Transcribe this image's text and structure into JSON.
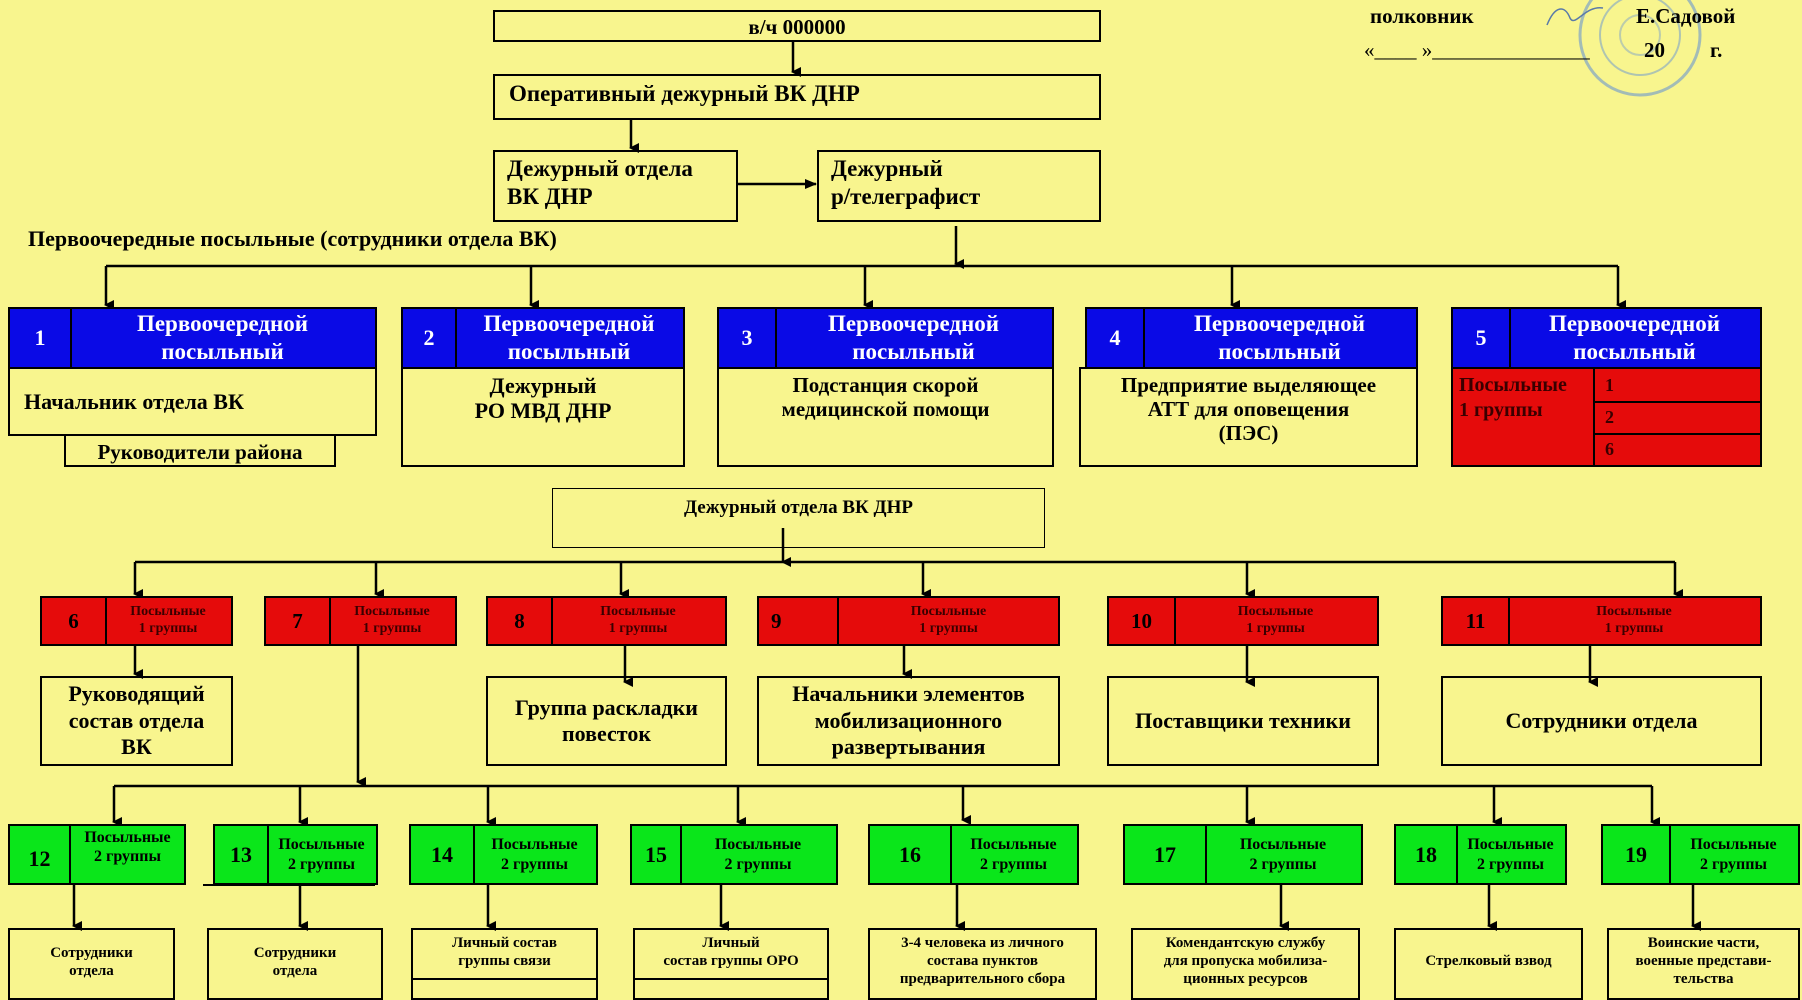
{
  "header": {
    "unit": "в/ч 000000",
    "rank": "полковник",
    "name": "Е.Садовой",
    "date_line_left": "«____ »_______________",
    "date_year": "20",
    "date_suffix": "г."
  },
  "top": {
    "duty_officer": "Оперативный дежурный  ВК ДНР",
    "dept_duty_line1": "Дежурный отдела",
    "dept_duty_line2": "ВК ДНР",
    "telegraph_line1": "Дежурный",
    "telegraph_line2": "р/телеграфист",
    "priority_caption": "Первоочередные посыльные  (сотрудники отдела ВК)"
  },
  "priority": [
    {
      "num": "1",
      "head_line1": "Первоочередной",
      "head_line2": "посыльный",
      "body": "Начальник отдела ВК",
      "extra": "Руководители района"
    },
    {
      "num": "2",
      "head_line1": "Первоочередной",
      "head_line2": "посыльный",
      "body_line1": "Дежурный",
      "body_line2": "РО МВД ДНР"
    },
    {
      "num": "3",
      "head_line1": "Первоочередной",
      "head_line2": "посыльный",
      "body_line1": "Подстанция скорой",
      "body_line2": "медицинской помощи"
    },
    {
      "num": "4",
      "head_line1": "Первоочередной",
      "head_line2": "посыльный",
      "body_line1": "Предприятие выделяющее",
      "body_line2": "АТТ для оповещения",
      "body_line3": "(ПЭС)"
    },
    {
      "num": "5",
      "head_line1": "Первоочередной",
      "head_line2": "посыльный",
      "body_line1": "Посыльные",
      "body_line2": "1 группы",
      "sub1": "1",
      "sub2": "2",
      "sub3": "6"
    }
  ],
  "middle": {
    "dept_duty": "Дежурный отдела ВК ДНР"
  },
  "group1": [
    {
      "num": "6",
      "line1": "Посыльные",
      "line2": "1 группы",
      "target_line1": "Руководящий",
      "target_line2": "состав отдела",
      "target_line3": "ВК"
    },
    {
      "num": "7",
      "line1": "Посыльные",
      "line2": "1 группы"
    },
    {
      "num": "8",
      "line1": "Посыльные",
      "line2": "1 группы",
      "target_line1": "Группа раскладки",
      "target_line2": "повесток"
    },
    {
      "num": "9",
      "line1": "Посыльные",
      "line2": "1 группы",
      "target_line1": "Начальники элементов",
      "target_line2": "мобилизационного",
      "target_line3": "развертывания"
    },
    {
      "num": "10",
      "line1": "Посыльные",
      "line2": "1 группы",
      "target_line1": "Поставщики техники"
    },
    {
      "num": "11",
      "line1": "Посыльные",
      "line2": "1 группы",
      "target_line1": "Сотрудники отдела"
    }
  ],
  "group2": [
    {
      "num": "12",
      "line1": "Посыльные",
      "line2": "2 группы",
      "target_line1": "Сотрудники",
      "target_line2": "отдела"
    },
    {
      "num": "13",
      "line1": "Посыльные",
      "line2": "2 группы",
      "target_line1": "Сотрудники",
      "target_line2": "отдела"
    },
    {
      "num": "14",
      "line1": "Посыльные",
      "line2": "2 группы",
      "target_line1": "Личный состав",
      "target_line2": "группы связи"
    },
    {
      "num": "15",
      "line1": "Посыльные",
      "line2": "2 группы",
      "target_line1": "Личный",
      "target_line2": "состав группы ОРО"
    },
    {
      "num": "16",
      "line1": "Посыльные",
      "line2": "2 группы",
      "target_line1": "3-4 человека из личного",
      "target_line2": "состава пунктов",
      "target_line3": "предварительного сбора"
    },
    {
      "num": "17",
      "line1": "Посыльные",
      "line2": "2 группы",
      "target_line1": "Комендантскую службу",
      "target_line2": "для пропуска мобилиза-",
      "target_line3": "ционных ресурсов"
    },
    {
      "num": "18",
      "line1": "Посыльные",
      "line2": "2 группы",
      "target_line1": "Стрелковый взвод"
    },
    {
      "num": "19",
      "line1": "Посыльные",
      "line2": "2 группы",
      "target_line1": "Воинские части,",
      "target_line2": "военные представи-",
      "target_line3": "тельства"
    }
  ],
  "colors": {
    "background": "#f8f58e",
    "blue": "#0a0ae6",
    "red": "#e50b0b",
    "green": "#0ae61a"
  }
}
